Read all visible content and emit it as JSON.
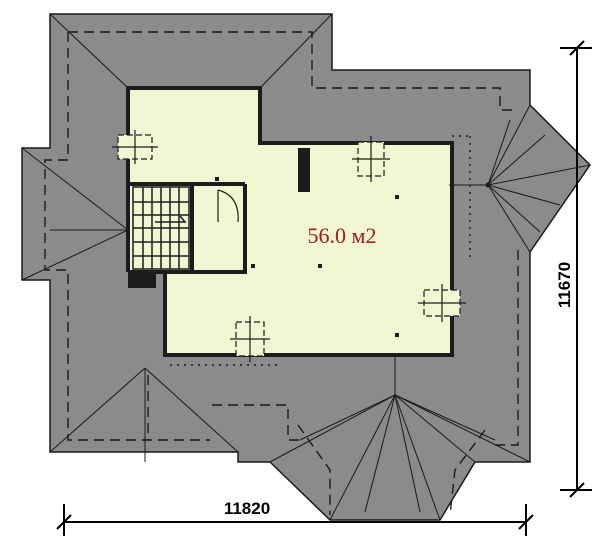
{
  "plan": {
    "area_label": "56.0 м2",
    "dimension_width": "11820",
    "dimension_height": "11670"
  },
  "colors": {
    "roof": "#8a8c8c",
    "room_floor": "#f3f6d2",
    "walls": "#1c1c1c",
    "area_text": "#a01c1c",
    "dimension_lines": "#000000"
  }
}
